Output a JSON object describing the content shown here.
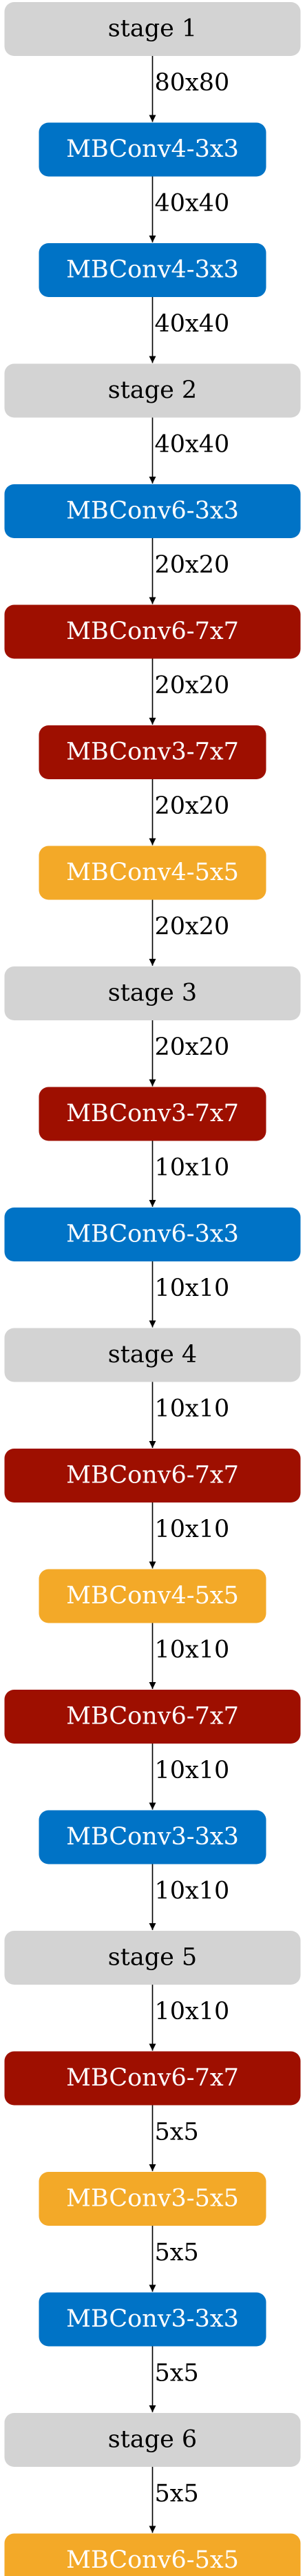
{
  "colors": {
    "stage": "#d3d3d3",
    "blue": "#0073c6",
    "red": "#9e0f00",
    "orange": "#f3a928",
    "stage_text": "#000000",
    "block_text": "#ffffff"
  },
  "nodes": [
    {
      "label": "stage 1",
      "kind": "stage",
      "wide": true
    },
    {
      "label": "MBConv4-3x3",
      "kind": "blue",
      "wide": false
    },
    {
      "label": "MBConv4-3x3",
      "kind": "blue",
      "wide": false
    },
    {
      "label": "stage 2",
      "kind": "stage",
      "wide": true
    },
    {
      "label": "MBConv6-3x3",
      "kind": "blue",
      "wide": true
    },
    {
      "label": "MBConv6-7x7",
      "kind": "red",
      "wide": true
    },
    {
      "label": "MBConv3-7x7",
      "kind": "red",
      "wide": false
    },
    {
      "label": "MBConv4-5x5",
      "kind": "orange",
      "wide": false
    },
    {
      "label": "stage 3",
      "kind": "stage",
      "wide": true
    },
    {
      "label": "MBConv3-7x7",
      "kind": "red",
      "wide": false
    },
    {
      "label": "MBConv6-3x3",
      "kind": "blue",
      "wide": true
    },
    {
      "label": "stage 4",
      "kind": "stage",
      "wide": true
    },
    {
      "label": "MBConv6-7x7",
      "kind": "red",
      "wide": true
    },
    {
      "label": "MBConv4-5x5",
      "kind": "orange",
      "wide": false
    },
    {
      "label": "MBConv6-7x7",
      "kind": "red",
      "wide": true
    },
    {
      "label": "MBConv3-3x3",
      "kind": "blue",
      "wide": false
    },
    {
      "label": "stage 5",
      "kind": "stage",
      "wide": true
    },
    {
      "label": "MBConv6-7x7",
      "kind": "red",
      "wide": true
    },
    {
      "label": "MBConv3-5x5",
      "kind": "orange",
      "wide": false
    },
    {
      "label": "MBConv3-3x3",
      "kind": "blue",
      "wide": false
    },
    {
      "label": "stage 6",
      "kind": "stage",
      "wide": true
    },
    {
      "label": "MBConv6-5x5",
      "kind": "orange",
      "wide": true
    }
  ],
  "edges": [
    "80x80",
    "40x40",
    "40x40",
    "40x40",
    "20x20",
    "20x20",
    "20x20",
    "20x20",
    "20x20",
    "10x10",
    "10x10",
    "10x10",
    "10x10",
    "10x10",
    "10x10",
    "10x10",
    "10x10",
    "5x5",
    "5x5",
    "5x5",
    "5x5"
  ]
}
